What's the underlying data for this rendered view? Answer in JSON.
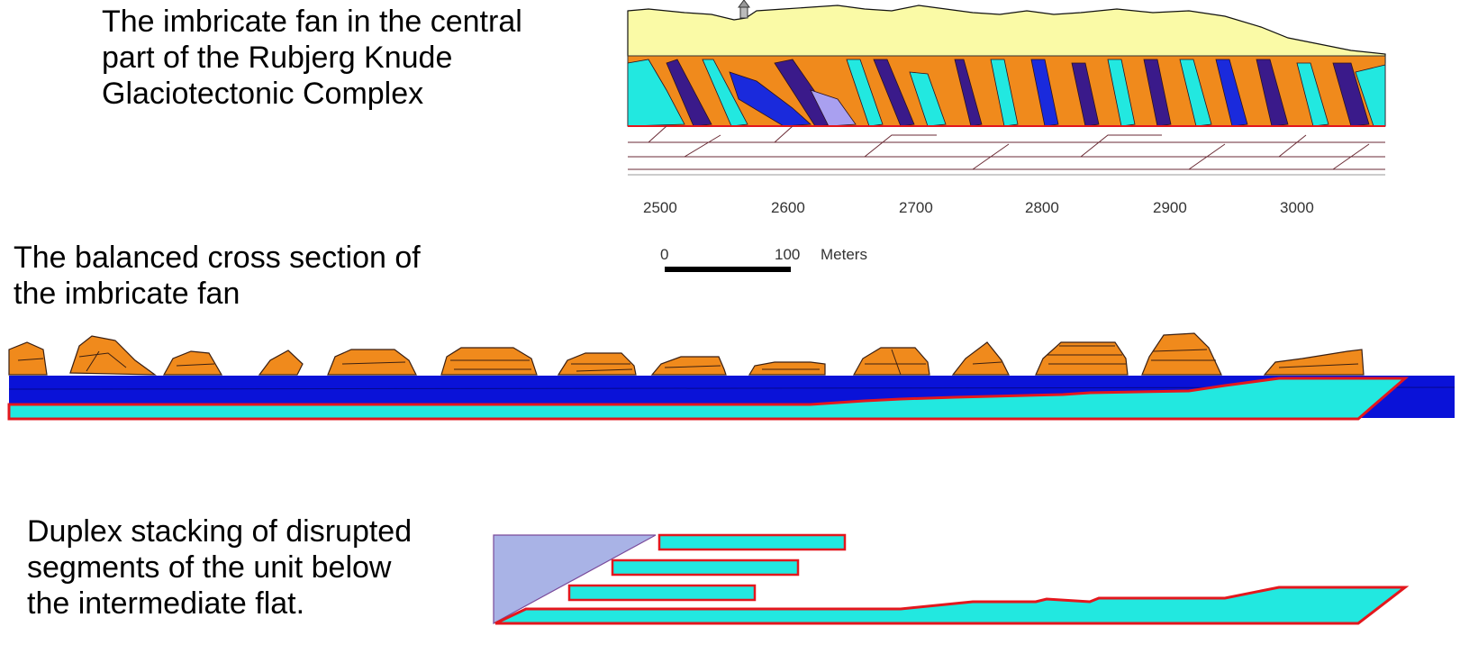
{
  "captions": {
    "top": [
      "The imbricate fan in the central",
      "part of the Rubjerg Knude",
      "Glaciotectonic Complex"
    ],
    "middle": [
      "The balanced cross section of",
      "the imbricate fan"
    ],
    "bottom": [
      "Duplex stacking of disrupted",
      "segments of the unit below",
      "the intermediate flat."
    ]
  },
  "axis": {
    "ticks": [
      "2500",
      "2600",
      "2700",
      "2800",
      "2900",
      "3000"
    ]
  },
  "scalebar": {
    "start": "0",
    "end": "100",
    "unit": "Meters"
  },
  "colors": {
    "orange": "#f08a1c",
    "cyan": "#22e8e0",
    "blue": "#0a12d8",
    "yellow": "#fafaa6",
    "red": "#e3171d",
    "lavender": "#a9b3e6",
    "outline": "#3a1f12"
  }
}
